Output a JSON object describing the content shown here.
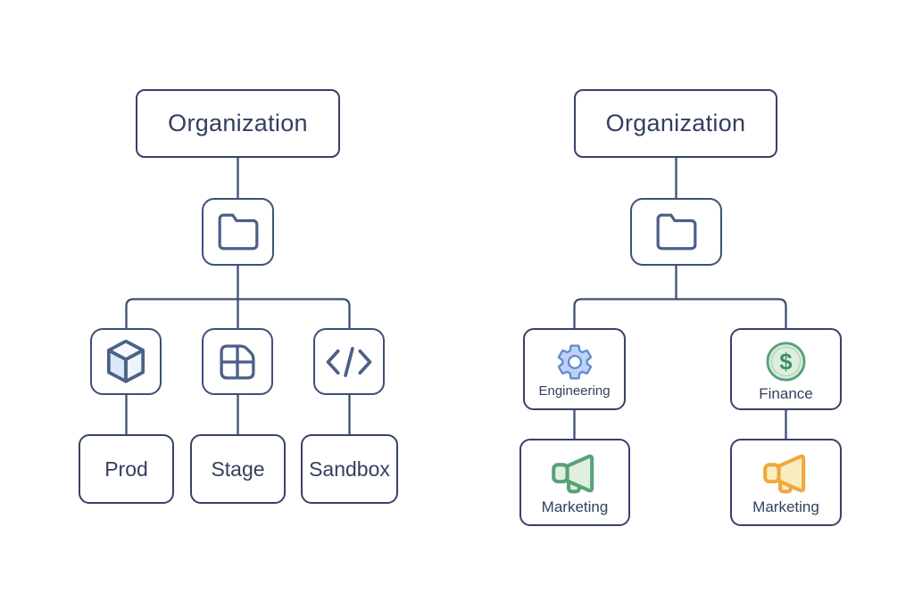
{
  "page": {
    "background": "#ffffff"
  },
  "palette": {
    "node_border": "#36426a",
    "icon_box_border": "#3e5078",
    "connector": "#3e4e74",
    "text": "#333f5f",
    "icon_stroke": "#4c6088",
    "cube_face_left": "#dbe9f8",
    "cube_face_right": "#eef4fc",
    "gear_fill": "#bdd2f4",
    "gear_stroke": "#6289cf",
    "coin_fill": "#ddeedf",
    "coin_stroke": "#56a37c",
    "coin_symbol_color": "#3d8f68",
    "megaphone_green_fill": "#e0efe0",
    "megaphone_green_stroke": "#55a376",
    "megaphone_orange_fill": "#f9ecc0",
    "megaphone_orange_stroke": "#f0a83c"
  },
  "left_tree": {
    "root_label": "Organization",
    "level2_icon": "folder-icon",
    "level3_icons": [
      "cube-icon",
      "table-icon",
      "code-icon"
    ],
    "leaves": [
      {
        "label": "Prod"
      },
      {
        "label": "Stage"
      },
      {
        "label": "Sandbox"
      }
    ]
  },
  "right_tree": {
    "root_label": "Organization",
    "level2_icon": "folder-icon",
    "level3": [
      {
        "icon": "gear-icon",
        "label": "Engineering"
      },
      {
        "icon": "dollar-coin-icon",
        "label": "Finance",
        "symbol": "$"
      }
    ],
    "leaves": [
      {
        "icon": "megaphone-icon",
        "color": "green",
        "label": "Marketing"
      },
      {
        "icon": "megaphone-icon",
        "color": "orange",
        "label": "Marketing"
      }
    ]
  }
}
